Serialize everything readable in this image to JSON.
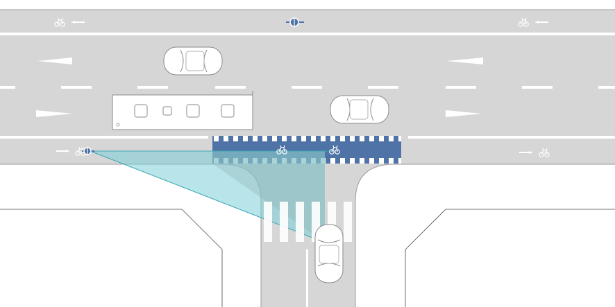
{
  "scene": {
    "type": "traffic-intersection-diagram",
    "colors": {
      "road": "#d6d6d6",
      "road_edge": "#9a9a9a",
      "marking": "#ffffff",
      "crossing_blue": "#4f73a6",
      "crossing_blue_dark": "#3f639a",
      "sight_triangle": "#7ecfd7",
      "vehicle_fill": "#ffffff",
      "vehicle_stroke": "#8a8a8a",
      "cyclist": "#ffffff"
    },
    "icons": {
      "lane_arrows": [
        "arrow-left-icon",
        "arrow-right-icon"
      ],
      "bike": "bicycle-icon",
      "cyclist": "cyclist-topview-icon",
      "car": "car-topview-icon",
      "bus": "bus-topview-icon"
    },
    "elements": {
      "bike_lane_top_left": "bike-lane-westbound",
      "bike_lane_top_right": "bike-lane-westbound",
      "bike_lane_bottom_left": "bike-lane-eastbound",
      "bike_lane_bottom_right": "bike-lane-eastbound",
      "crossing": "bike-crossing",
      "zebra": "pedestrian-crossing",
      "sight_area": "visibility-triangle"
    }
  }
}
